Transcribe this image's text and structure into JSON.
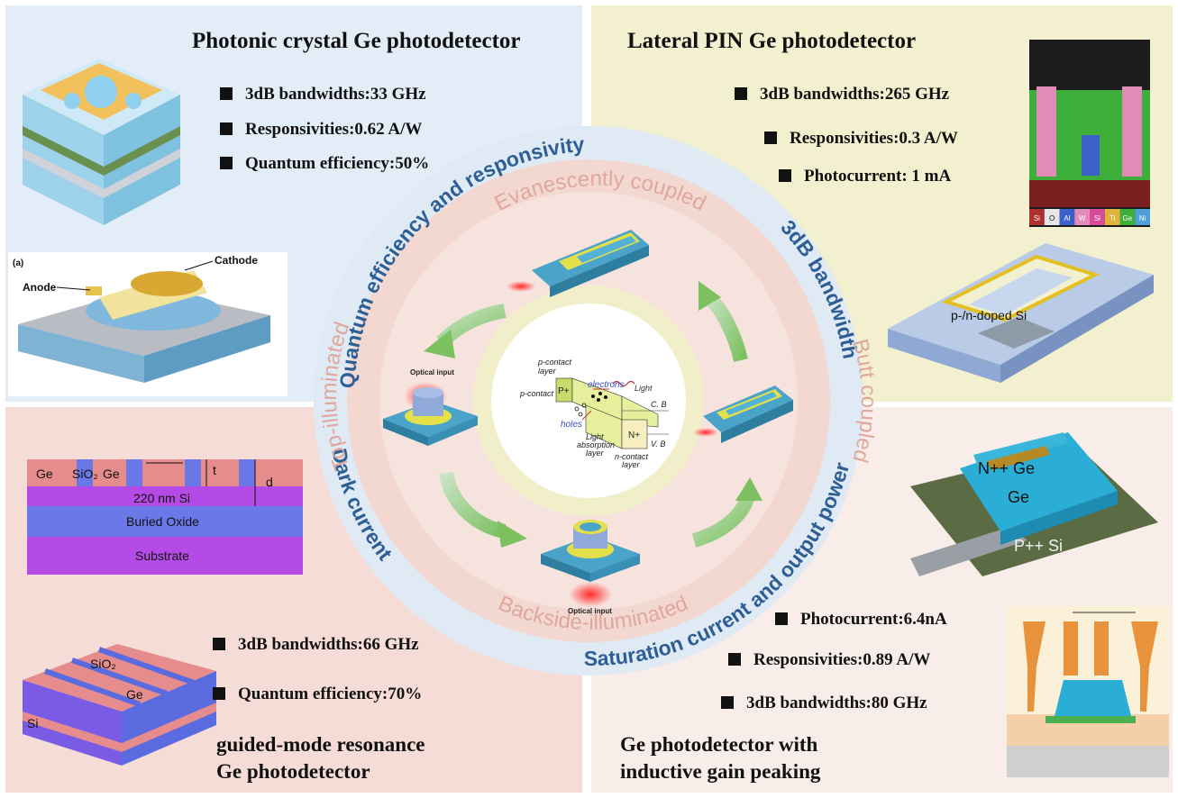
{
  "top_left": {
    "title": "Photonic crystal Ge photodetector",
    "specs": [
      "3dB bandwidths:33  GHz",
      "Responsivities:0.62 A/W",
      "Quantum efficiency:50%"
    ],
    "figure_labels": {
      "panel": "(a)",
      "anode": "Anode",
      "cathode": "Cathode"
    }
  },
  "top_right": {
    "title": "Lateral PIN Ge photodetector",
    "specs": [
      "3dB bandwidths:265  GHz",
      "Responsivities:0.3 A/W",
      "Photocurrent:   1 mA"
    ],
    "sem_legend": [
      "Si",
      "O",
      "Al",
      "W",
      "Si",
      "Ti",
      "Ge",
      "Ni"
    ],
    "device_label": "p-/n-doped Si"
  },
  "bottom_left": {
    "title_line1": "guided-mode resonance",
    "title_line2": "Ge photodetector",
    "specs": [
      "3dB bandwidths:66  GHz",
      "Quantum efficiency:70%"
    ],
    "cross_section": {
      "ge1": "Ge",
      "sio2": "SiO₂",
      "ge2": "Ge",
      "t": "t",
      "d": "d",
      "si_layer": "220 nm Si",
      "box": "Buried Oxide",
      "substrate": "Substrate"
    },
    "grating": {
      "sio2": "SiO₂",
      "ge": "Ge",
      "si": "Si"
    }
  },
  "bottom_right": {
    "title_line1": "Ge photodetector with",
    "title_line2": "inductive gain peaking",
    "specs": [
      "Photocurrent:6.4nA",
      "Responsivities:0.89 A/W",
      "3dB bandwidths:80 GHz"
    ],
    "device": {
      "top": "N++ Ge",
      "body": "Ge",
      "base": "P++ Si"
    }
  },
  "ring_outer": {
    "top_left": "Quantum efficiency and responsivity",
    "top_right": "3dB bandwidth",
    "bottom_right": "Saturation current and output power",
    "bottom_left": "Dark current"
  },
  "ring_inner": {
    "top": "Evanescently coupled",
    "right": "Butt coupled",
    "bottom": "Backside-illuminated",
    "left": "Top-illuminated"
  },
  "center": {
    "p_contact_layer_1": "p-contact",
    "p_contact_layer_2": "layer",
    "p_contact": "p-contact",
    "p_plus": "P+",
    "electrons": "electrons",
    "light": "Light",
    "holes": "holes",
    "absorption_1": "Light",
    "absorption_2": "absorption",
    "absorption_3": "layer",
    "n_plus": "N+",
    "n_contact_1": "n-contact",
    "n_contact_2": "layer",
    "cb": "C. B",
    "vb": "V. B",
    "optical_input_top": "Optical input",
    "optical_input_bottom": "Optical input"
  },
  "colors": {
    "tl_bg": "#e3edf7",
    "tr_bg": "#f3f0cf",
    "bl_bg": "#f6dcd7",
    "br_bg": "#f8ede8",
    "ring_outer": "#dfeaf4",
    "ring_text": "#2d5f96",
    "ring_inner": "#f3d7d1",
    "ring_inner_text": "#e0a89c",
    "core_ring": "#f1efc9"
  }
}
